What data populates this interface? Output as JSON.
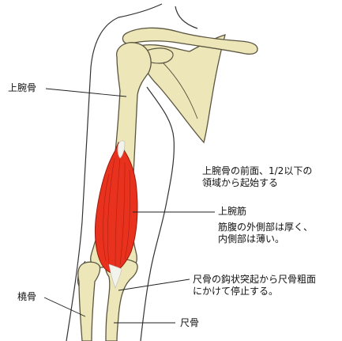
{
  "colors": {
    "background": "#ffffff",
    "bone_fill": "#ece6b8",
    "bone_stroke": "#5a5540",
    "muscle_fill": "#e8321e",
    "muscle_fiber": "#b01c10",
    "tendon": "#f3f3ee",
    "outline": "#333333",
    "leader": "#222222"
  },
  "labels": {
    "humerus": "上腕骨",
    "origin_line1": "上腕骨の前面、1/2以下の",
    "origin_line2": "領域から起始する",
    "brachialis": "上腕筋",
    "fiber_line1": "筋腹の外側部は厚く、",
    "fiber_line2": "内側部は薄い。",
    "insertion_line1": "尺骨の鈎状突起から尺骨粗面",
    "insertion_line2": "にかけて停止する。",
    "radius": "橈骨",
    "ulna": "尺骨"
  }
}
